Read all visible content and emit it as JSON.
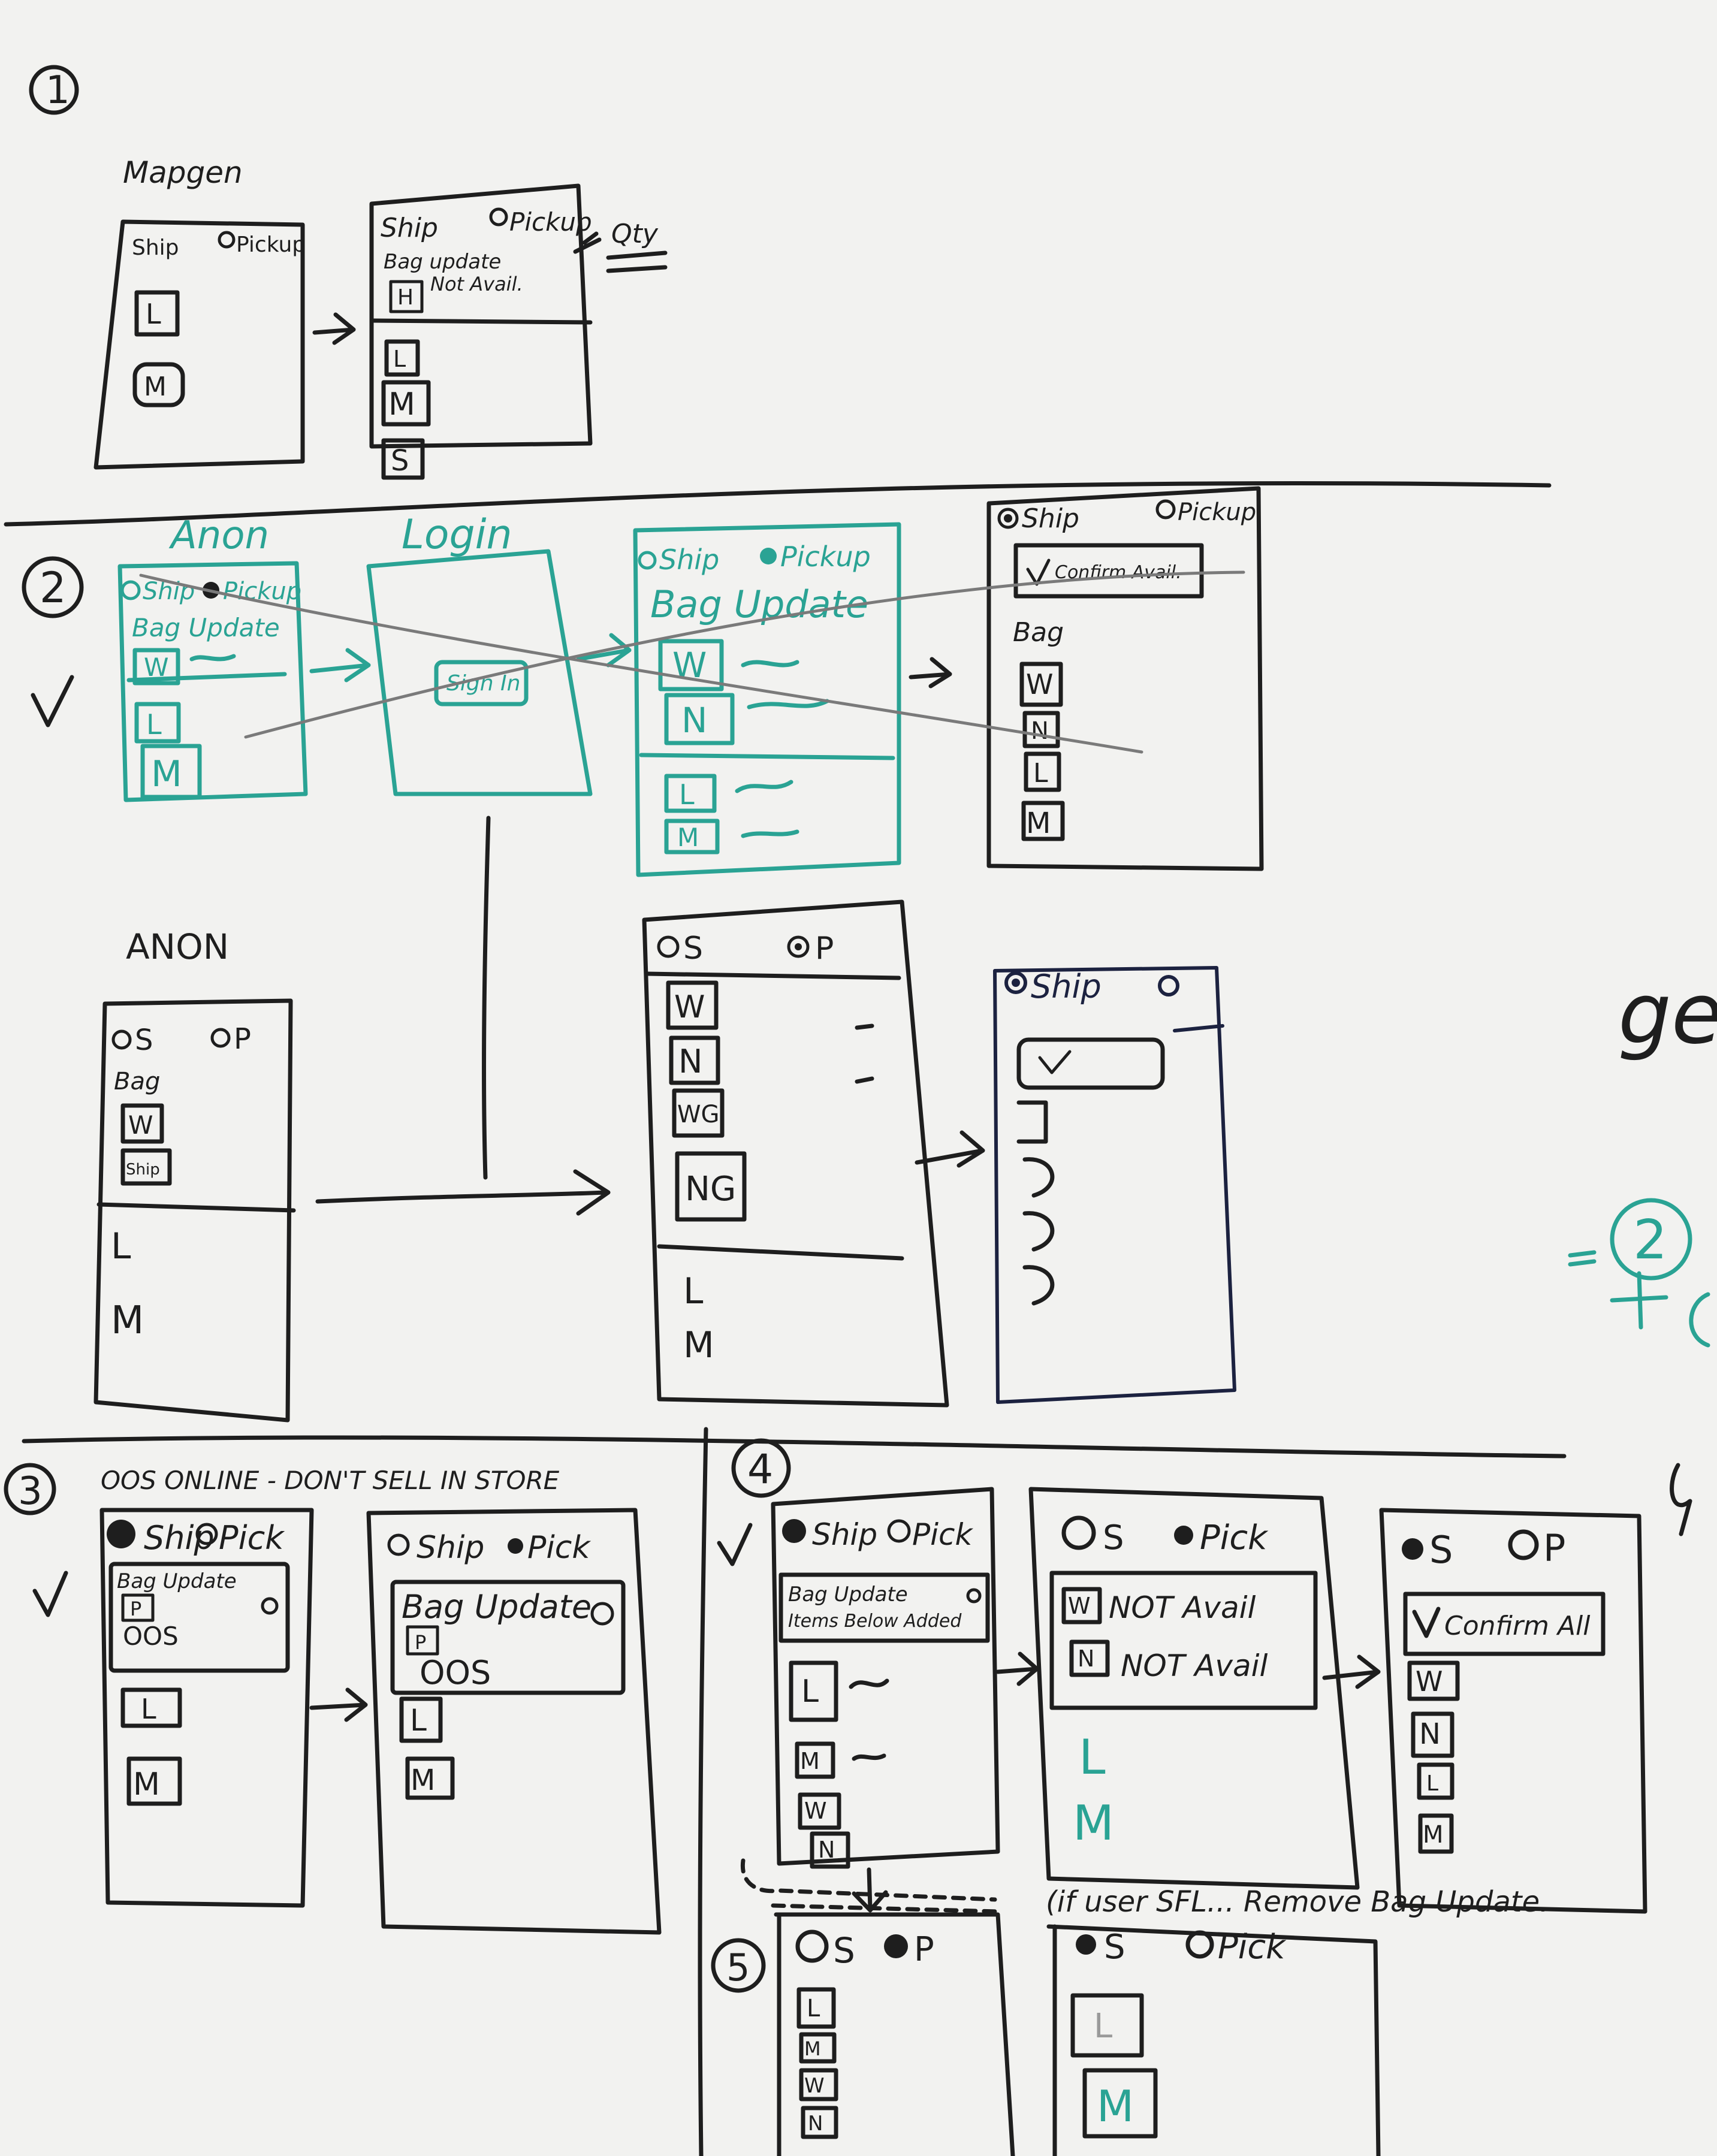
{
  "colors": {
    "board": "#f2f2f0",
    "black_marker": "#1e1e1e",
    "teal_marker": "#2aa394",
    "navy_marker": "#1c2240"
  },
  "section1": {
    "number": "1",
    "title": "Mapgen",
    "screen_a": {
      "ship": "Ship",
      "pickup": "Pickup",
      "tiles": [
        "L",
        "M"
      ]
    },
    "screen_b": {
      "ship": "Ship",
      "pickup": "Pickup",
      "bag_update": "Bag update",
      "unavailable_tile": "H",
      "unavailable_text": "Not Avail.",
      "tiles": [
        "L",
        "M",
        "S"
      ]
    },
    "note": "Qty"
  },
  "section2": {
    "number": "2",
    "flow_top": {
      "anon_title": "Anon",
      "anon_screen": {
        "ship": "Ship",
        "pickup": "Pickup",
        "bag_update": "Bag Update",
        "tiles": [
          "W",
          "L",
          "M"
        ]
      },
      "login_title": "Login",
      "login_button": "Sign In",
      "bag_screen": {
        "ship": "Ship",
        "pickup": "Pickup",
        "bag_update": "Bag Update",
        "tiles": [
          "W",
          "N",
          "L",
          "M"
        ]
      },
      "confirm_screen": {
        "ship": "Ship",
        "pickup": "Pickup",
        "confirm": "Confirm Avail.",
        "bag": "Bag",
        "tiles": [
          "W",
          "N",
          "L",
          "M"
        ]
      }
    },
    "flow_bottom": {
      "anon_title": "ANON",
      "anon_screen": {
        "ship": "S",
        "pickup": "P",
        "bag": "Bag",
        "tiles": [
          "W",
          "Ship"
        ],
        "items": [
          "L",
          "M"
        ]
      },
      "bag_screen": {
        "ship": "S",
        "pickup": "P",
        "tiles": [
          "W",
          "N",
          "WG",
          "NG"
        ],
        "items": [
          "L",
          "M"
        ]
      },
      "ship_screen": {
        "ship": "Ship"
      }
    }
  },
  "section3": {
    "number": "3",
    "title": "OOS ONLINE - DON'T SELL IN STORE",
    "screen_a": {
      "ship": "Ship",
      "pickup": "Pick",
      "bag_update": "Bag Update",
      "tile": "P",
      "status": "OOS",
      "tiles": [
        "L",
        "M"
      ]
    },
    "screen_b": {
      "ship": "Ship",
      "pickup": "Pick",
      "bag_update": "Bag Update",
      "tile": "P",
      "status": "OOS",
      "tiles": [
        "L",
        "M"
      ]
    }
  },
  "section4": {
    "number": "4",
    "screen_a": {
      "ship": "Ship",
      "pickup": "Pick",
      "bag_update": "Bag Update",
      "bag_update_sub": "Items Below Added",
      "tiles": [
        "L",
        "M",
        "W",
        "N"
      ]
    },
    "screen_b": {
      "ship": "S",
      "pickup": "Pick",
      "rows": [
        {
          "tile": "W",
          "text": "NOT Avail"
        },
        {
          "tile": "N",
          "text": "NOT Avail"
        }
      ],
      "items": [
        "L",
        "M"
      ]
    },
    "screen_c": {
      "ship": "S",
      "pickup": "P",
      "confirm": "Confirm All",
      "tiles": [
        "W",
        "N",
        "L",
        "M"
      ]
    }
  },
  "section5": {
    "number": "5",
    "screen_a": {
      "ship": "S",
      "pickup": "P",
      "tiles": [
        "L",
        "M",
        "W",
        "N"
      ]
    },
    "note": "(if user SFL... Remove Bag Update.",
    "screen_b": {
      "ship": "S",
      "pickup": "Pick",
      "tiles": [
        "L",
        "M"
      ]
    }
  },
  "margin": {
    "word": "get",
    "number": "2"
  }
}
